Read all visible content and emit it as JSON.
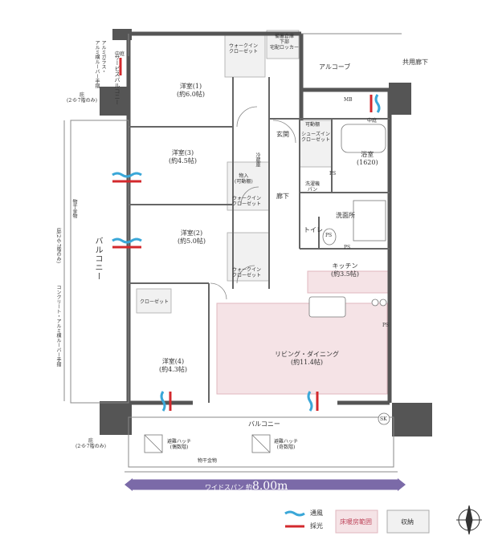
{
  "rooms": {
    "western1": "洋室(1)",
    "western1_size": "(約6.0帖)",
    "western3": "洋室(3)",
    "western3_size": "(約4.5帖)",
    "western2": "洋室(2)",
    "western2_size": "(約5.0帖)",
    "western4": "洋室(4)",
    "western4_size": "(約4.3帖)",
    "living": "リビング・ダイニング",
    "living_size": "(約11.4帖)",
    "kitchen": "キッチン",
    "kitchen_size": "(約3.5帖)",
    "bath": "浴室",
    "bath_size": "(1620)",
    "washroom": "洗面所",
    "toilet": "トイレ",
    "entrance": "玄関",
    "corridor": "廊下",
    "alcove": "アルコーブ",
    "common_corridor": "共用廊下",
    "balcony_side": "バルコニー",
    "balcony_bottom": "バルコニー",
    "service_balcony": "サービスバルコニー"
  },
  "storage": {
    "wic1": "ウォークイン\nクローゼット",
    "wic2": "ウォークイン\nクローゼット",
    "wic3": "ウォークイン\nクローゼット",
    "closet": "クローゼット",
    "stock": "物入\n(可動棚)",
    "shoes": "シューズイン\nクローゼット",
    "shelf": "可動棚",
    "reserve": "備蓄倉庫\n下部\n宅配ロッカー",
    "laundry": "洗濯機\nパン"
  },
  "marks": {
    "mb": "MB",
    "ps1": "PS",
    "ps2": "PS",
    "ps3": "PS",
    "ps4": "PS",
    "sk": "SK",
    "naka_top": "中庭",
    "naka_right": "中庭",
    "fridge": "冷蔵庫"
  },
  "notes": {
    "eaves_top": "庇\n(2·6·7階のみ)",
    "eaves_bottom": "庇\n(2·6·7階のみ)",
    "eaves_side": "庇(2·6·7階のみ)",
    "concrete_rail": "コンクリート・アルミ横ルーバー手摺",
    "alumi_rail": "アルミガラス・\nアルミ横ルーバー手摺",
    "dryer_side": "物干金物",
    "dryer_bottom": "物干金物",
    "hatch_even": "避難ハッチ\n(偶数階)",
    "hatch_odd": "避難ハッチ\n(奇数階)"
  },
  "dimension": {
    "label": "ワイドスパン 約",
    "value": "8.00m"
  },
  "legend": {
    "ventilation": "通風",
    "daylight": "採光",
    "floor_heating": "床暖房範囲",
    "storage": "収納"
  },
  "colors": {
    "wall": "#555555",
    "ventilation": "#3aa7d8",
    "daylight": "#d3292d",
    "floor_heating": "#f5e3e6",
    "storage_fill": "#f1f1f1",
    "dimension_bar": "#7b6aa8"
  }
}
